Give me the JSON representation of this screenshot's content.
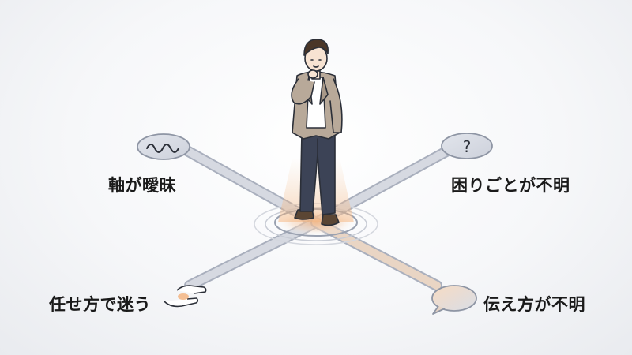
{
  "diagram": {
    "labels": {
      "top_left": "軸が曖昧",
      "top_right": "困りごとが不明",
      "bottom_left": "任せ方で迷う",
      "bottom_right": "伝え方が不明"
    },
    "icons": {
      "top_left": "wave-icon",
      "top_right": "question-mark-icon",
      "bottom_left": "handover-hands-icon",
      "bottom_right": "speech-bubble-icon"
    },
    "question_glyph": "?",
    "colors": {
      "spoke": "#cfd3dc",
      "spoke_edge": "#a9afbd",
      "glow": "#f6c79a",
      "text": "#1a1a1a"
    }
  }
}
